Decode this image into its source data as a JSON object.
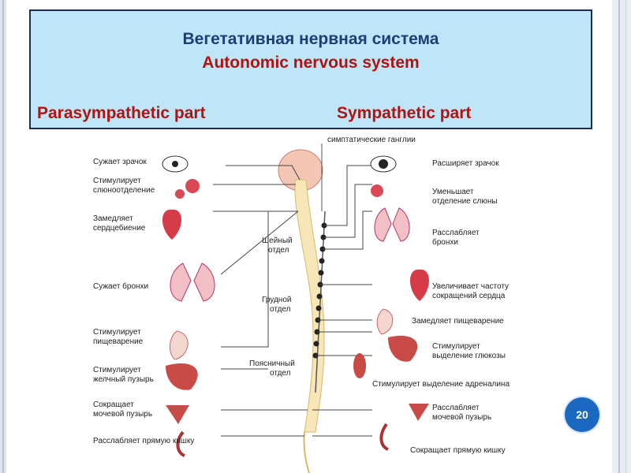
{
  "header": {
    "title_ru": "Вегетативная нервная система",
    "title_en": "Autonomic nervous system",
    "parasympathetic_label": "Parasympathetic part",
    "sympathetic_label": "Sympathetic part"
  },
  "diagram": {
    "ganglia_label": "симптатические ганглии",
    "spine_sections": {
      "cervical": [
        "Шейный",
        "отдел"
      ],
      "thoracic": [
        "Грудной",
        "отдел"
      ],
      "lumbar": [
        "Поясничный",
        "отдел"
      ]
    },
    "left_effects": [
      [
        "Сужает зрачок"
      ],
      [
        "Стимулирует",
        "слюноотделение"
      ],
      [
        "Замедляет",
        "сердцебиение"
      ],
      [
        "Сужает бронхи"
      ],
      [
        "Стимулирует",
        "пищеварение"
      ],
      [
        "Стимулирует",
        "желчный пузырь"
      ],
      [
        "Сокращает",
        "мочевой пузырь"
      ],
      [
        "Расслабляет прямую кишку"
      ]
    ],
    "right_effects": [
      [
        "Расширяет зрачок"
      ],
      [
        "Уменьшает",
        "отделение слюны"
      ],
      [
        "Расслабляет",
        "бронхи"
      ],
      [
        "Увеличивает частоту",
        "сокращений сердца"
      ],
      [
        "Замедляет пищеварение"
      ],
      [
        "Стимулирует",
        "выделение глюкозы"
      ],
      [
        "Стимулирует выделение адреналина"
      ],
      [
        "Расслабляет",
        "мочевой пузырь"
      ],
      [
        "Сокращает прямую кишку"
      ]
    ]
  },
  "slide_number": "20",
  "colors": {
    "header_bg": "#bfe6f7",
    "title_ru": "#1f3d7a",
    "accent_red": "#b01313",
    "badge": "#1a68c0"
  }
}
